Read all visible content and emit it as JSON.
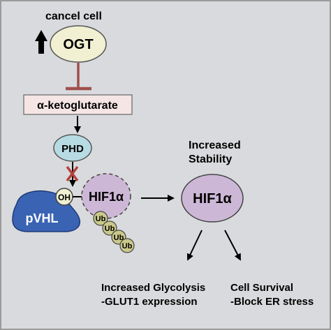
{
  "diagram": {
    "cell_label": "cancel cell",
    "ogt": {
      "label": "OGT",
      "regulation": "up-arrow"
    },
    "ketoglutarate": {
      "label": "α-ketoglutarate"
    },
    "phd": {
      "label": "PHD"
    },
    "oh": {
      "label": "OH"
    },
    "pvhl": {
      "label": "pVHL"
    },
    "hif_bound": {
      "label": "HIF1α"
    },
    "ubiquitin": [
      "Ub",
      "Ub",
      "Ub",
      "Ub"
    ],
    "stability": {
      "line1": "Increased",
      "line2": "Stability"
    },
    "hif_stable": {
      "label": "HIF1α"
    },
    "outcome_glycolysis": {
      "line1": "Increased Glycolysis",
      "line2": "-GLUT1 expression"
    },
    "outcome_survival": {
      "line1": "Cell Survival",
      "line2": "-Block ER stress"
    }
  },
  "colors": {
    "background": "#d9dadd",
    "border": "#9a9a9a",
    "ogt_fill": "#f1f0d2",
    "ketoglutarate_fill": "#f5e5e5",
    "inhibit_bar": "#a0504c",
    "phd_fill": "#b7dbe2",
    "pvhl_fill": "#3a63b4",
    "hif_fill": "#cdb7d6",
    "ub_fill": "#cbc98a",
    "cross": "#b5403a"
  }
}
